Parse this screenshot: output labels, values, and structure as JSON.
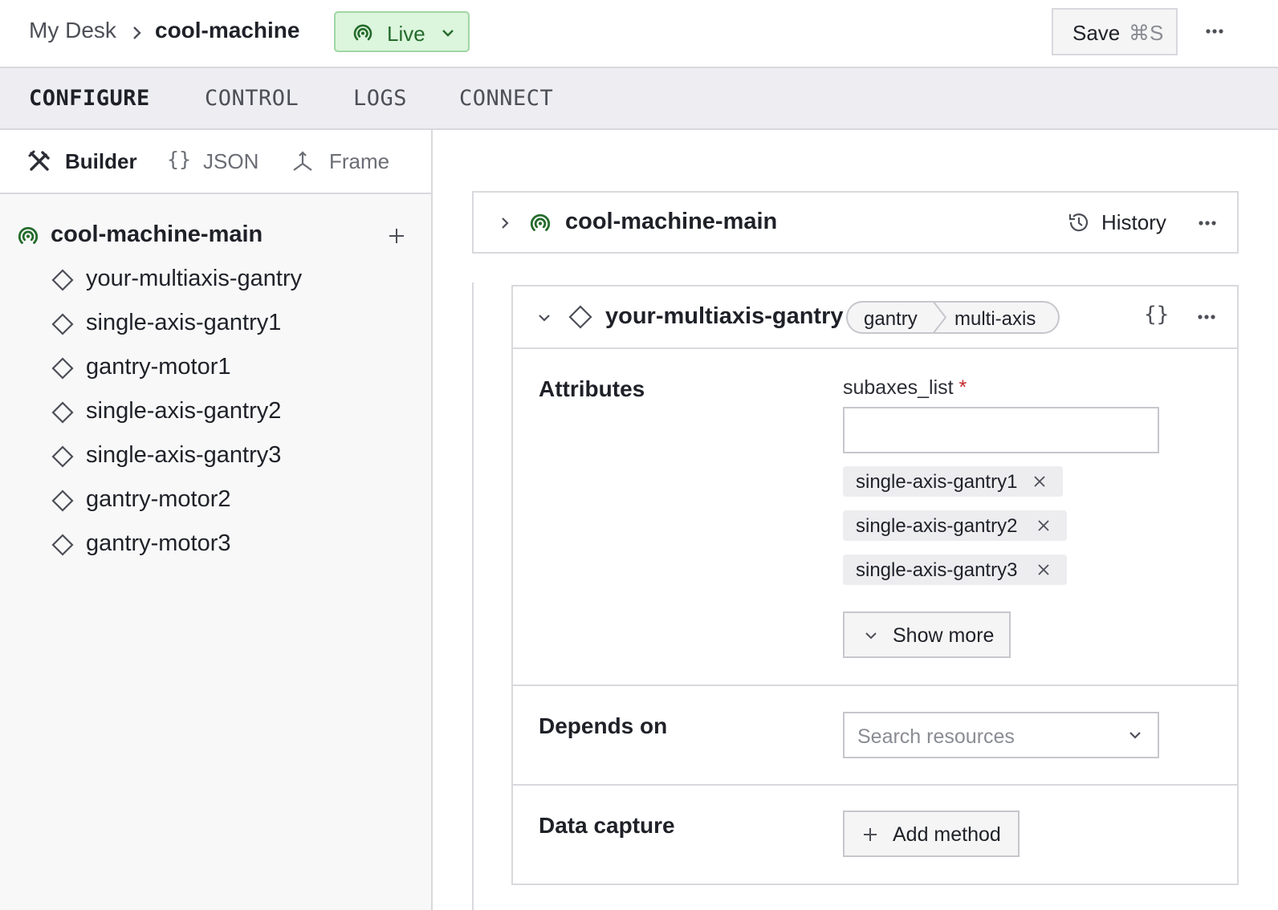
{
  "header": {
    "breadcrumb_home": "My Desk",
    "breadcrumb_current": "cool-machine",
    "status_label": "Live",
    "save_label": "Save",
    "save_shortcut": "⌘S",
    "more_icon": "more-horizontal-icon"
  },
  "main_tabs": [
    {
      "label": "CONFIGURE",
      "active": true
    },
    {
      "label": "CONTROL",
      "active": false
    },
    {
      "label": "LOGS",
      "active": false
    },
    {
      "label": "CONNECT",
      "active": false
    }
  ],
  "sub_tabs": [
    {
      "label": "Builder",
      "icon": "tools-icon",
      "active": true
    },
    {
      "label": "JSON",
      "icon": "braces-icon",
      "active": false
    },
    {
      "label": "Frame",
      "icon": "axes-icon",
      "active": false
    }
  ],
  "tree": {
    "root": "cool-machine-main",
    "items": [
      "your-multiaxis-gantry",
      "single-axis-gantry1",
      "gantry-motor1",
      "single-axis-gantry2",
      "single-axis-gantry3",
      "gantry-motor2",
      "gantry-motor3"
    ]
  },
  "machine_card": {
    "name": "cool-machine-main",
    "history_label": "History"
  },
  "component": {
    "name": "your-multiaxis-gantry",
    "type": "gantry",
    "model": "multi-axis",
    "json_label": "{}",
    "attributes_label": "Attributes",
    "field_label": "subaxes_list",
    "required_mark": "*",
    "field_value": "",
    "subaxes": [
      "single-axis-gantry1",
      "single-axis-gantry2",
      "single-axis-gantry3"
    ],
    "show_more_label": "Show more",
    "depends_on_label": "Depends on",
    "search_placeholder": "Search resources",
    "data_capture_label": "Data capture",
    "add_method_label": "Add method"
  },
  "colors": {
    "live_bg": "#dcf5dd",
    "live_text": "#246b2b",
    "border": "#d8d9dd",
    "required": "#c62828"
  }
}
